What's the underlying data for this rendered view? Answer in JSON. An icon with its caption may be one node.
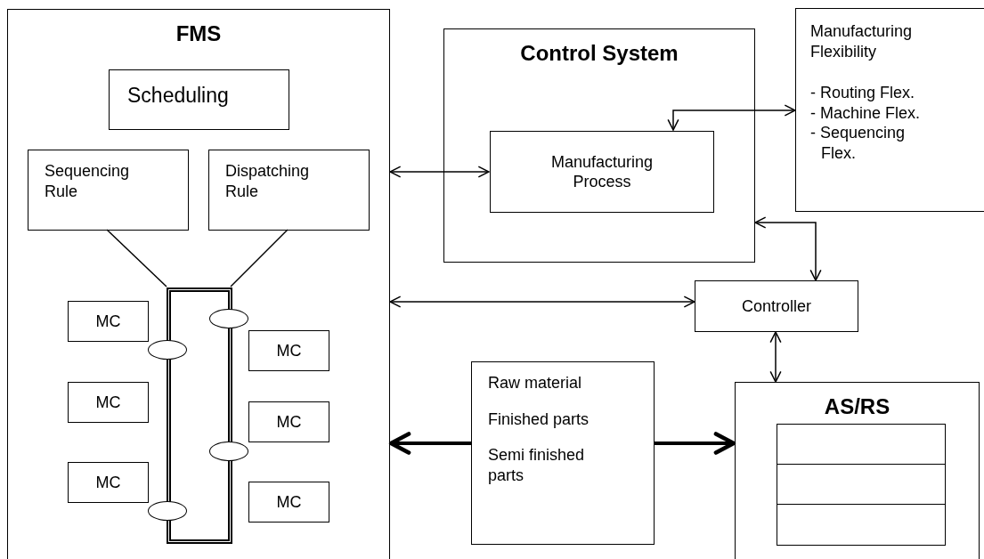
{
  "diagram": {
    "nodes": [
      {
        "text": [
          "FMS"
        ]
      },
      {
        "text": [
          "Scheduling"
        ],
        "in": 0
      },
      {
        "text": [
          "Sequencing Rule"
        ],
        "in": 0
      },
      {
        "text": [
          "Dispatching Rule"
        ],
        "in": 0
      },
      {
        "text": [],
        "shape": "box",
        "in": 0
      },
      {
        "text": [
          "MC"
        ],
        "in": 0
      },
      {
        "text": [
          "MC"
        ],
        "in": 0
      },
      {
        "text": [
          "MC"
        ],
        "in": 0
      },
      {
        "text": [
          "MC"
        ],
        "in": 0
      },
      {
        "text": [
          "MC"
        ],
        "in": 0
      },
      {
        "text": [
          "MC"
        ],
        "in": 0
      },
      {
        "text": [
          "Control System"
        ]
      },
      {
        "text": [
          "Manufacturing Process"
        ],
        "in": 11
      },
      {
        "text": [
          "Manufacturing Flexibility",
          "- Routing Flex.",
          "- Machine Flex.",
          "- Sequencing Flex."
        ]
      },
      {
        "text": [
          "Controller"
        ]
      },
      {
        "text": [
          "Raw material",
          "Finished parts",
          "Semi finished parts"
        ]
      },
      {
        "text": [
          "AS/RS"
        ]
      },
      {
        "text": [],
        "shape": "box",
        "in": 16
      },
      {
        "text": [],
        "shape": "box",
        "in": 16
      },
      {
        "text": [],
        "shape": "box",
        "in": 16
      }
    ],
    "edges": [
      {
        "from": 2,
        "to": 4,
        "arrow": "none"
      },
      {
        "from": 3,
        "to": 4,
        "arrow": "none"
      },
      {
        "from": 0,
        "to": 12,
        "arrow": "both"
      },
      {
        "from": 12,
        "to": 13,
        "arrow": "both"
      },
      {
        "from": 11,
        "to": 14,
        "arrow": "both"
      },
      {
        "from": 0,
        "to": 14,
        "arrow": "both"
      },
      {
        "from": 14,
        "to": 16,
        "arrow": "both"
      },
      {
        "from": 15,
        "to": 0,
        "arrow": "to",
        "style": "thick"
      },
      {
        "from": 15,
        "to": 16,
        "arrow": "to",
        "style": "thick"
      }
    ]
  }
}
